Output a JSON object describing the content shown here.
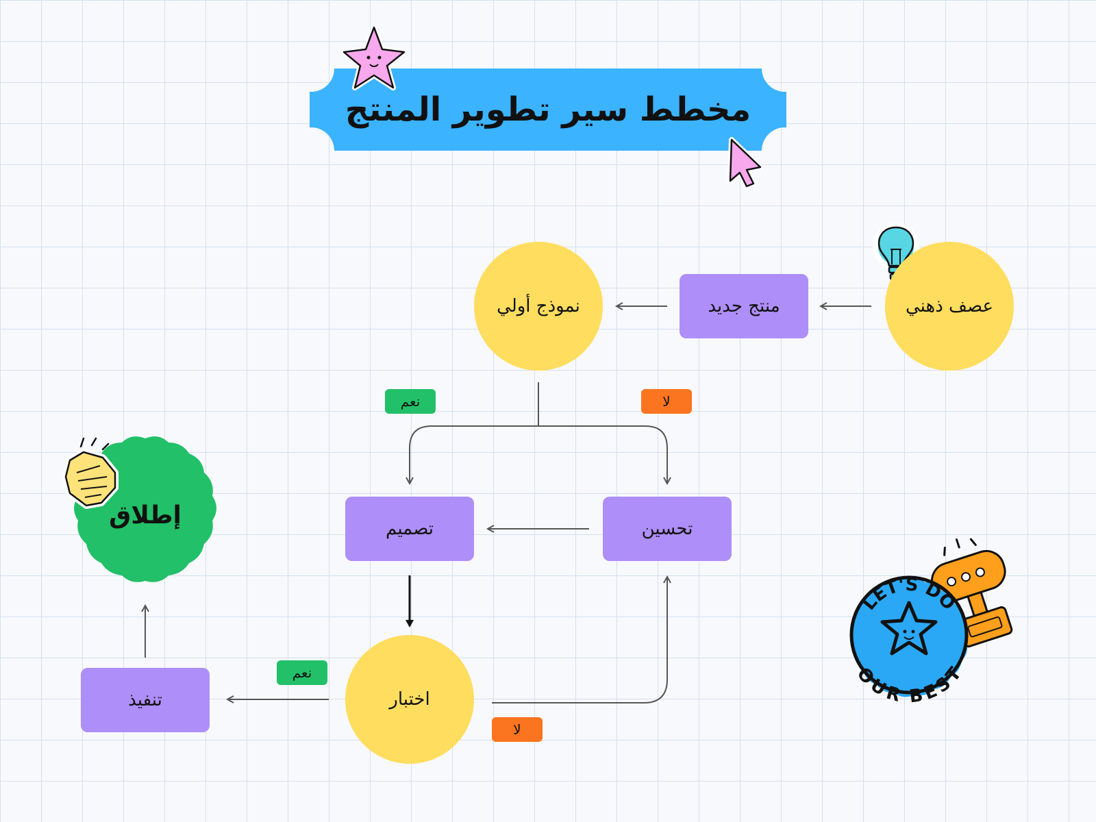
{
  "diagram": {
    "title": "مخطط سير تطوير المنتج",
    "nodes": {
      "brainstorm": "عصف ذهني",
      "new_product": "منتج جديد",
      "prototype": "نموذج أولي",
      "design": "تصميم",
      "improve": "تحسين",
      "test": "اختبار",
      "execute": "تنفيذ",
      "launch": "إطلاق"
    },
    "labels": {
      "yes_top": "نعم",
      "no_top": "لا",
      "yes_bottom": "نعم",
      "no_bottom": "لا"
    },
    "sticker": {
      "badge_top": "LET'S DO",
      "badge_bottom": "OUR BEST"
    }
  },
  "colors": {
    "title_banner": "#3bb3ff",
    "circle_node": "#ffdd5e",
    "box_node": "#ae8ef8",
    "launch_node": "#22c068",
    "yes_tag": "#22c068",
    "no_tag": "#fb7420",
    "connector": "#555555",
    "badge": "#2aa8f5",
    "trophy": "#ff9f1c",
    "star_sticker": "#f8a8ec",
    "bulb": "#58d6e4"
  }
}
